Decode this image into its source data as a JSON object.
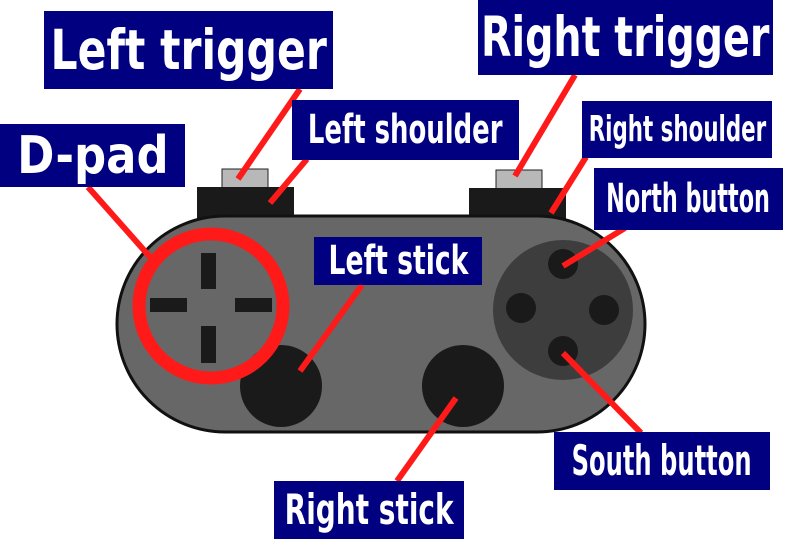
{
  "labels": {
    "left_trigger": "Left trigger",
    "right_trigger": "Right trigger",
    "left_shoulder": "Left shoulder",
    "right_shoulder": "Right shoulder",
    "d_pad": "D-pad",
    "north_button": "North button",
    "left_stick": "Left stick",
    "south_button": "South button",
    "right_stick": "Right stick"
  },
  "colors": {
    "label_background": "#000080",
    "label_text": "#ffffff",
    "pointer": "#ff1a1a",
    "controller_body": "#676767",
    "controller_parts": "#1a1a1a",
    "face_button_cluster": "#3d3d3d",
    "trigger": "#b8b8b8"
  }
}
